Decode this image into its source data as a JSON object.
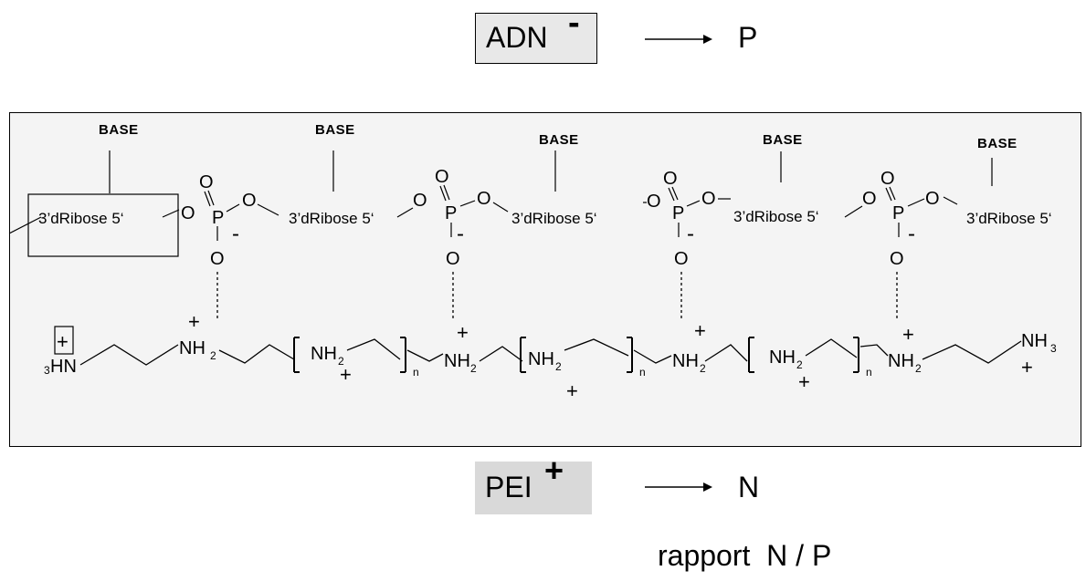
{
  "header": {
    "adn_label": "ADN",
    "adn_charge": "-",
    "p_label": "P"
  },
  "footer": {
    "pei_label": "PEI",
    "pei_charge": "+",
    "n_label": "N",
    "ratio_label": "rapport  N / P"
  },
  "dna_chain": {
    "base_label": "BASE",
    "ribose_label": "3’dRibose 5‘",
    "oxygen": "O",
    "phosphorus": "P",
    "minus": "-",
    "bases_count": 5,
    "phosphates_count": 4
  },
  "pei_chain": {
    "hn_prefix": "3",
    "hn_label": "HN",
    "nh_label": "NH",
    "nh3_label": "NH",
    "sub2": "2",
    "sub3": "3",
    "sub_n": "n",
    "plus": "+"
  },
  "colors": {
    "panel_bg": "#f4f4f4",
    "adn_box_bg": "#e8e8e8",
    "pei_box_bg": "#d9d9d9",
    "line": "#000000"
  }
}
